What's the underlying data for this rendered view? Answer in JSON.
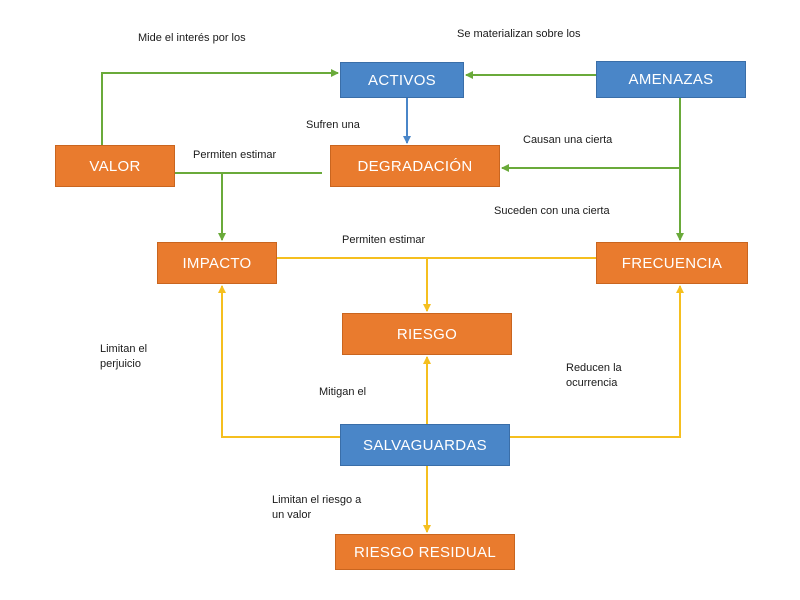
{
  "nodes": {
    "activos": "ACTIVOS",
    "amenazas": "AMENAZAS",
    "valor": "VALOR",
    "degradacion": "DEGRADACIÓN",
    "impacto": "IMPACTO",
    "frecuencia": "FRECUENCIA",
    "riesgo": "RIESGO",
    "salvaguardas": "SALVAGUARDAS",
    "riesgo_residual": "RIESGO RESIDUAL"
  },
  "labels": {
    "mide_interes": [
      "Mide el interés por los"
    ],
    "se_materializan": [
      "Se materializan sobre los"
    ],
    "sufren": [
      "Sufren una"
    ],
    "permiten_estimar_1": [
      "Permiten estimar"
    ],
    "causan": [
      "Causan una cierta"
    ],
    "suceden": [
      "Suceden con una cierta"
    ],
    "permiten_estimar_2": [
      "Permiten estimar"
    ],
    "limitan_perjuicio": [
      "Limitan el",
      "perjuicio"
    ],
    "mitigan": [
      "Mitigan el"
    ],
    "reducen": [
      "Reducen la",
      "ocurrencia"
    ],
    "limitan_riesgo": [
      "Limitan el riesgo a",
      "un valor"
    ]
  },
  "colors": {
    "blue_node": "#4a86c8",
    "orange_node": "#e97b2e",
    "green_arrow": "#6aaa3a",
    "yellow_arrow": "#f5bf1f",
    "blue_arrow": "#4a86c8"
  }
}
